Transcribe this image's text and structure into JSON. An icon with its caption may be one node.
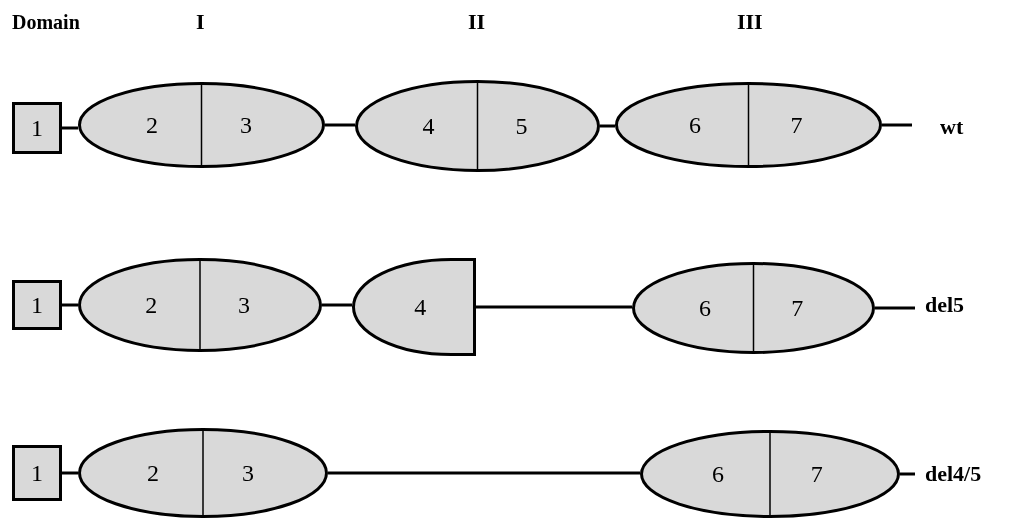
{
  "diagram": {
    "nodes": [
      {
        "text": [
          "1"
        ]
      },
      {
        "text": [
          "2",
          "3"
        ]
      },
      {
        "text": [
          "4",
          "5"
        ]
      },
      {
        "text": [
          "6",
          "7"
        ]
      },
      {
        "text": [
          "1"
        ]
      },
      {
        "text": [
          "2",
          "3"
        ]
      },
      {
        "text": [
          "4"
        ]
      },
      {
        "text": [
          "6",
          "7"
        ]
      },
      {
        "text": [
          "1"
        ]
      },
      {
        "text": [
          "2",
          "3"
        ]
      },
      {
        "text": [
          "6",
          "7"
        ]
      }
    ],
    "edges": [
      {
        "from": 0,
        "to": 1,
        "arrow": "none"
      },
      {
        "from": 1,
        "to": 2,
        "arrow": "none"
      },
      {
        "from": 2,
        "to": 3,
        "arrow": "none"
      },
      {
        "from": 3,
        "to": null,
        "arrow": "none"
      },
      {
        "from": 4,
        "to": 5,
        "arrow": "none"
      },
      {
        "from": 5,
        "to": 6,
        "arrow": "none"
      },
      {
        "from": 6,
        "to": 7,
        "arrow": "none"
      },
      {
        "from": 7,
        "to": null,
        "arrow": "none"
      },
      {
        "from": 8,
        "to": 9,
        "arrow": "none"
      },
      {
        "from": 9,
        "to": 10,
        "arrow": "none"
      },
      {
        "from": 10,
        "to": null,
        "arrow": "none"
      }
    ],
    "labels": [
      "Domain",
      "I",
      "II",
      "III",
      "wt",
      "del5",
      "del4/5"
    ]
  }
}
